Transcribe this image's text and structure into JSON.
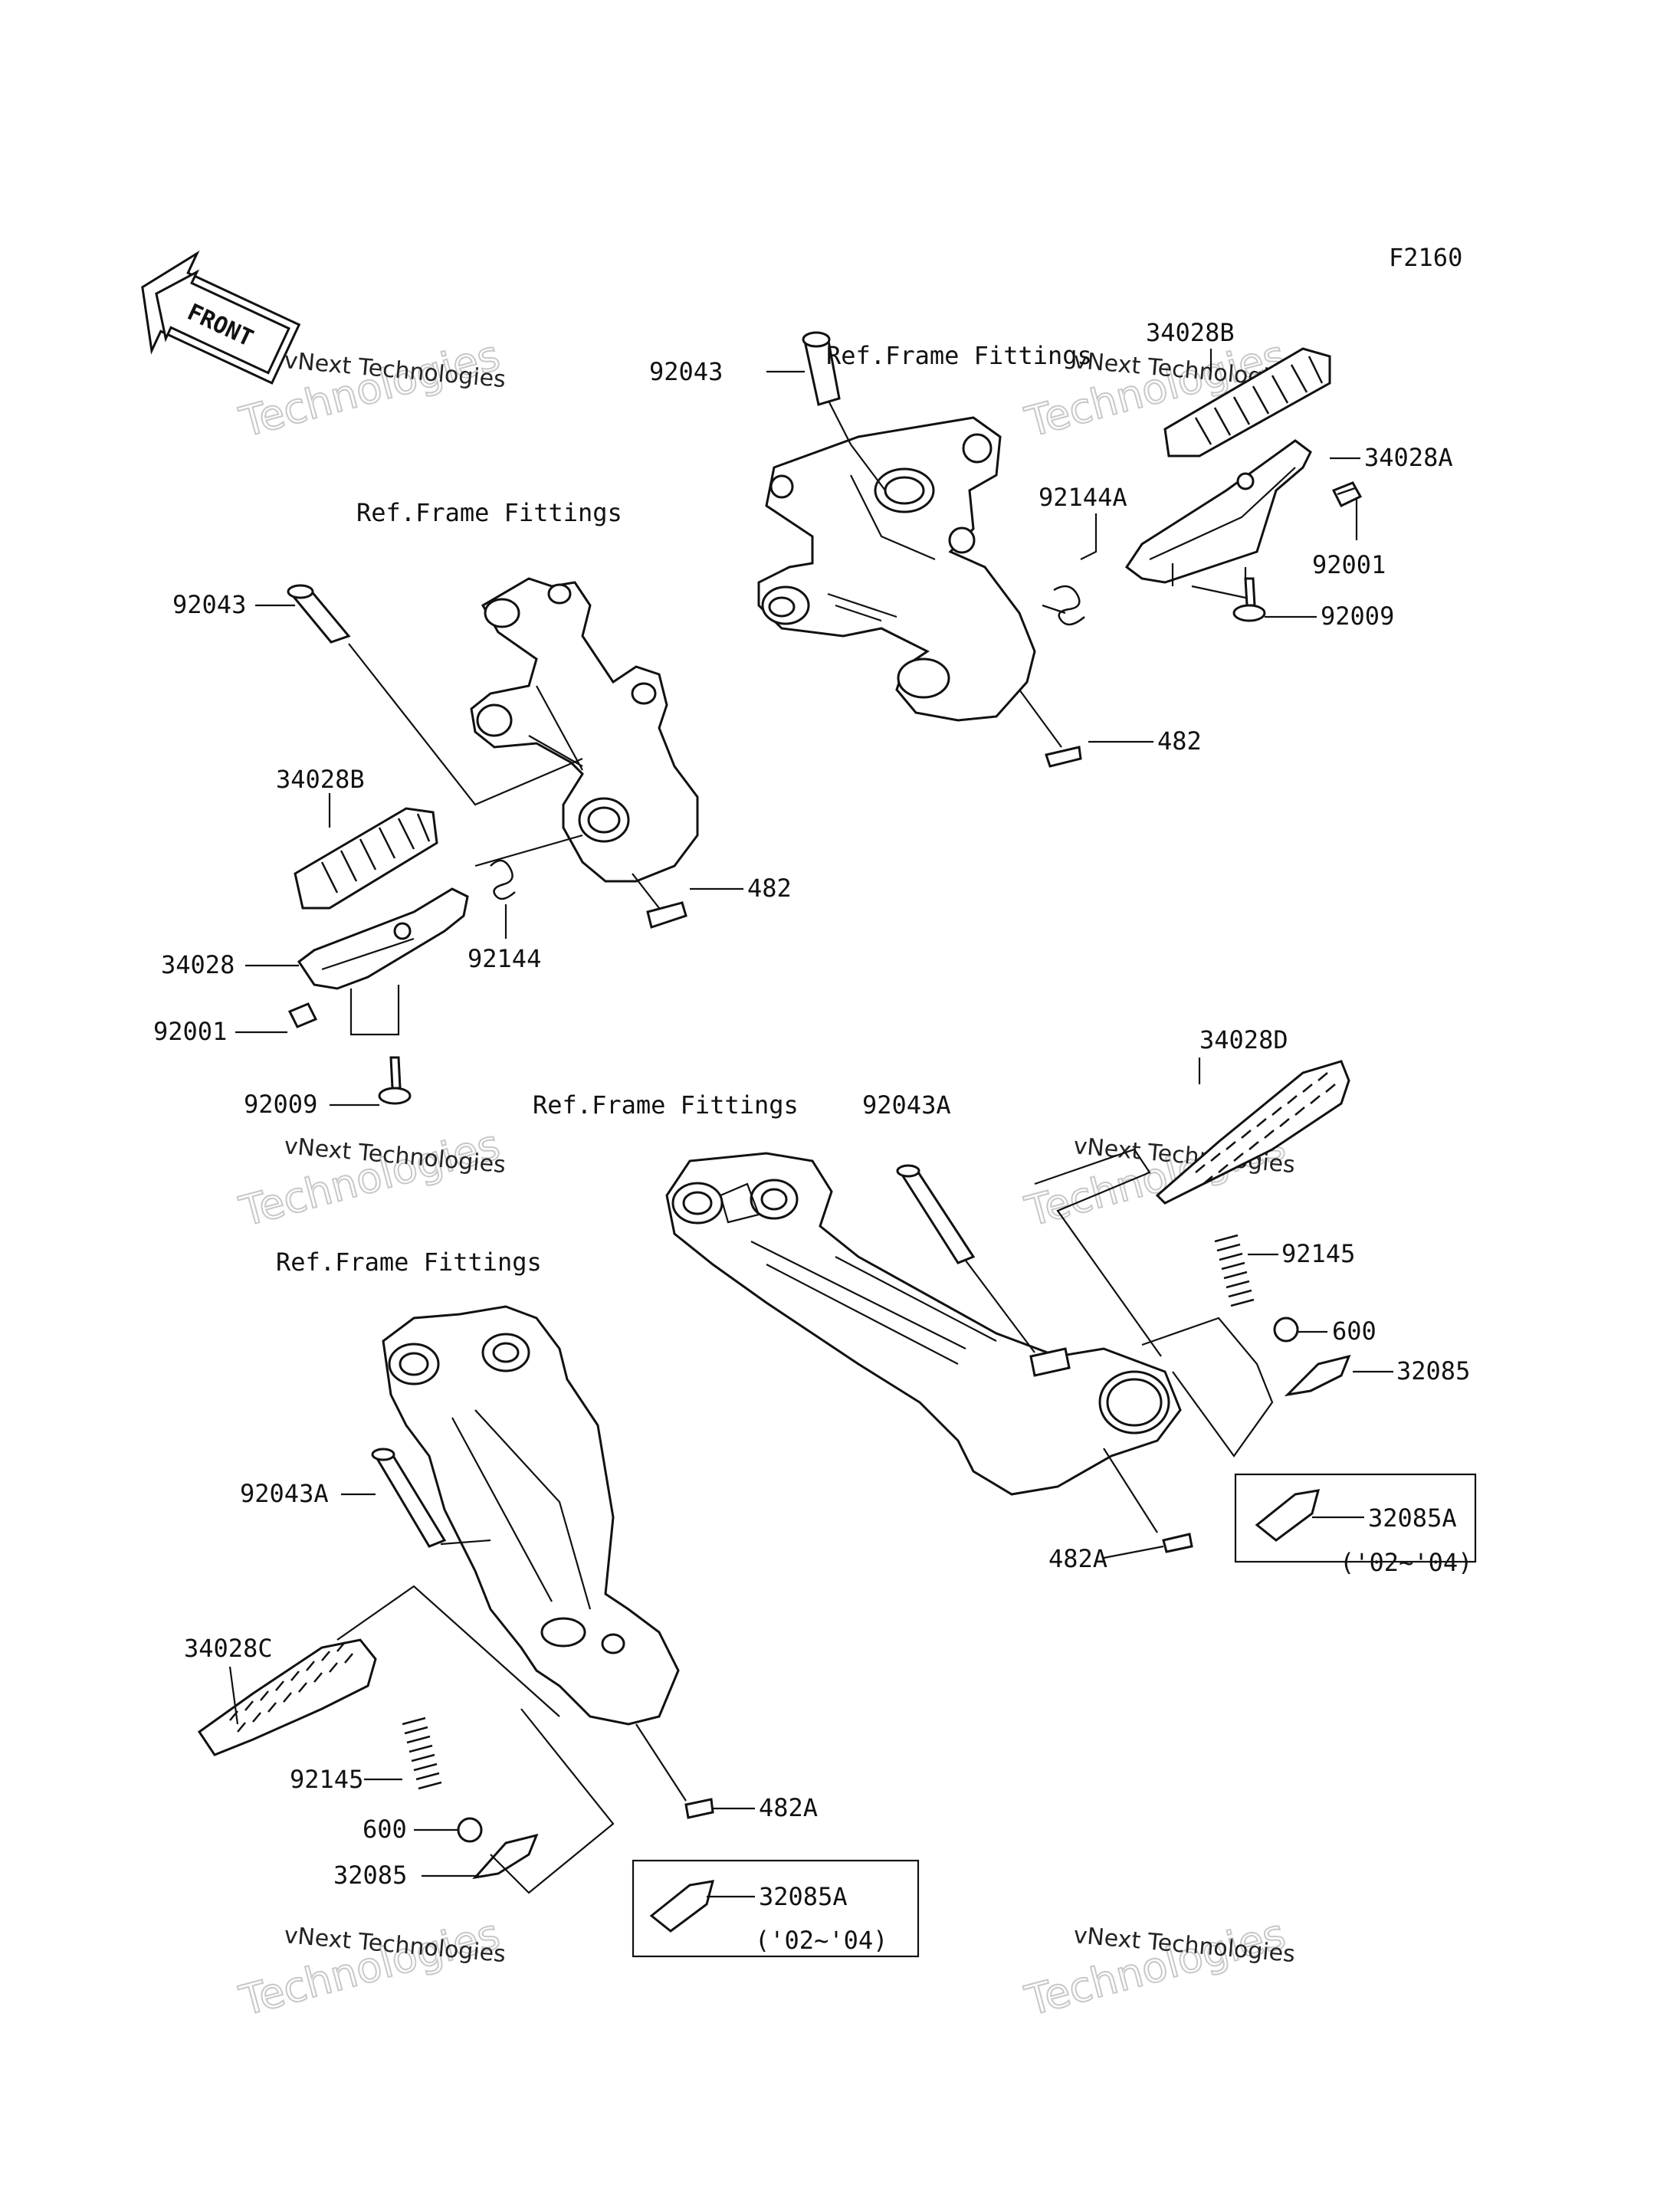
{
  "figure_code": "F2160",
  "front_label": "FRONT",
  "watermark": {
    "line1": "vNext Technologies",
    "line2": "Technologies"
  },
  "labels": {
    "l01": "92043",
    "l02": "Ref.Frame Fittings",
    "l03": "34028B",
    "l04": "34028A",
    "l05": "92144A",
    "l06": "92001",
    "l07": "92009",
    "l08": "482",
    "l09": "Ref.Frame Fittings",
    "l10": "92043",
    "l11": "34028B",
    "l12": "482",
    "l13": "34028",
    "l14": "92144",
    "l15": "92001",
    "l16": "92009",
    "l17": "Ref.Frame Fittings",
    "l18": "92043A",
    "l19": "34028D",
    "l20": "92145",
    "l21": "600",
    "l22": "32085",
    "l23": "32085A",
    "l24": "('02~'04)",
    "l25": "482A",
    "l26": "Ref.Frame Fittings",
    "l27": "92043A",
    "l28": "34028C",
    "l29": "92145",
    "l30": "600",
    "l31": "32085",
    "l32": "482A",
    "l33": "32085A",
    "l34": "('02~'04)"
  }
}
